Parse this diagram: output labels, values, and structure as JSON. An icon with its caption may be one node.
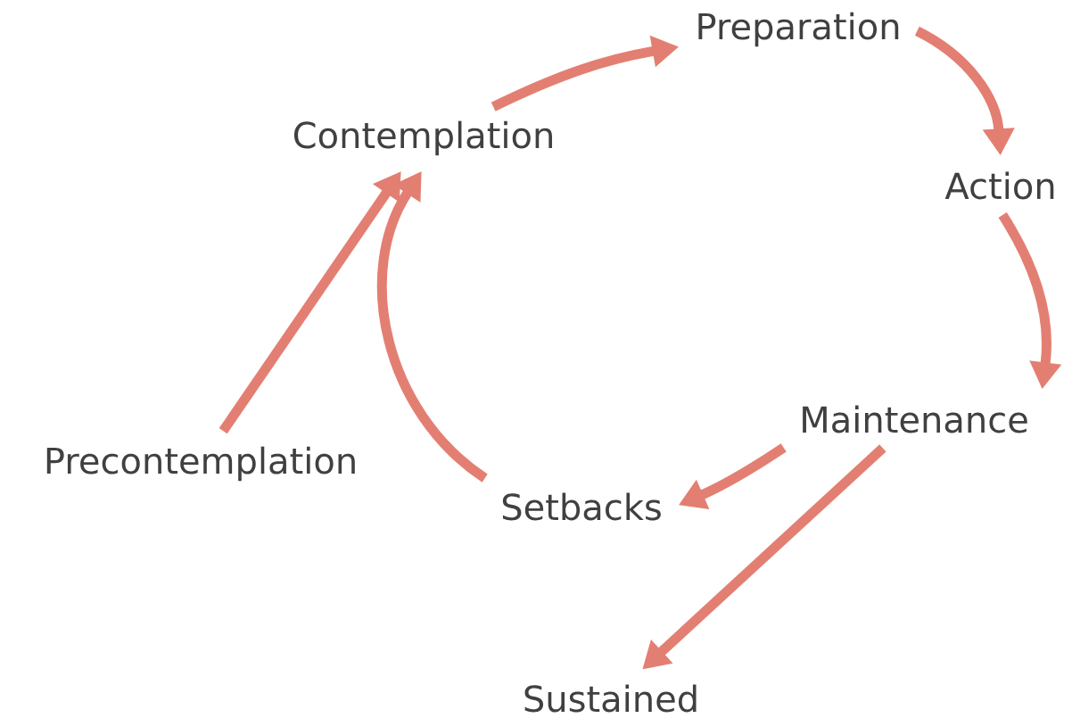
{
  "diagram": {
    "nodes": [
      {
        "text": [
          "Preparation"
        ]
      },
      {
        "text": [
          "Contemplation"
        ]
      },
      {
        "text": [
          "Action"
        ]
      },
      {
        "text": [
          "Maintenance"
        ]
      },
      {
        "text": [
          "Precontemplation"
        ]
      },
      {
        "text": [
          "Setbacks"
        ]
      },
      {
        "text": [
          "Sustained"
        ]
      }
    ],
    "edges": [
      {
        "from": 1,
        "to": 0,
        "arrow": "to"
      },
      {
        "from": 0,
        "to": 2,
        "arrow": "to"
      },
      {
        "from": 2,
        "to": 3,
        "arrow": "to"
      },
      {
        "from": 3,
        "to": 5,
        "arrow": "to"
      },
      {
        "from": 3,
        "to": 6,
        "arrow": "to"
      },
      {
        "from": 4,
        "to": 1,
        "arrow": "to"
      },
      {
        "from": 5,
        "to": 1,
        "arrow": "to"
      }
    ]
  }
}
